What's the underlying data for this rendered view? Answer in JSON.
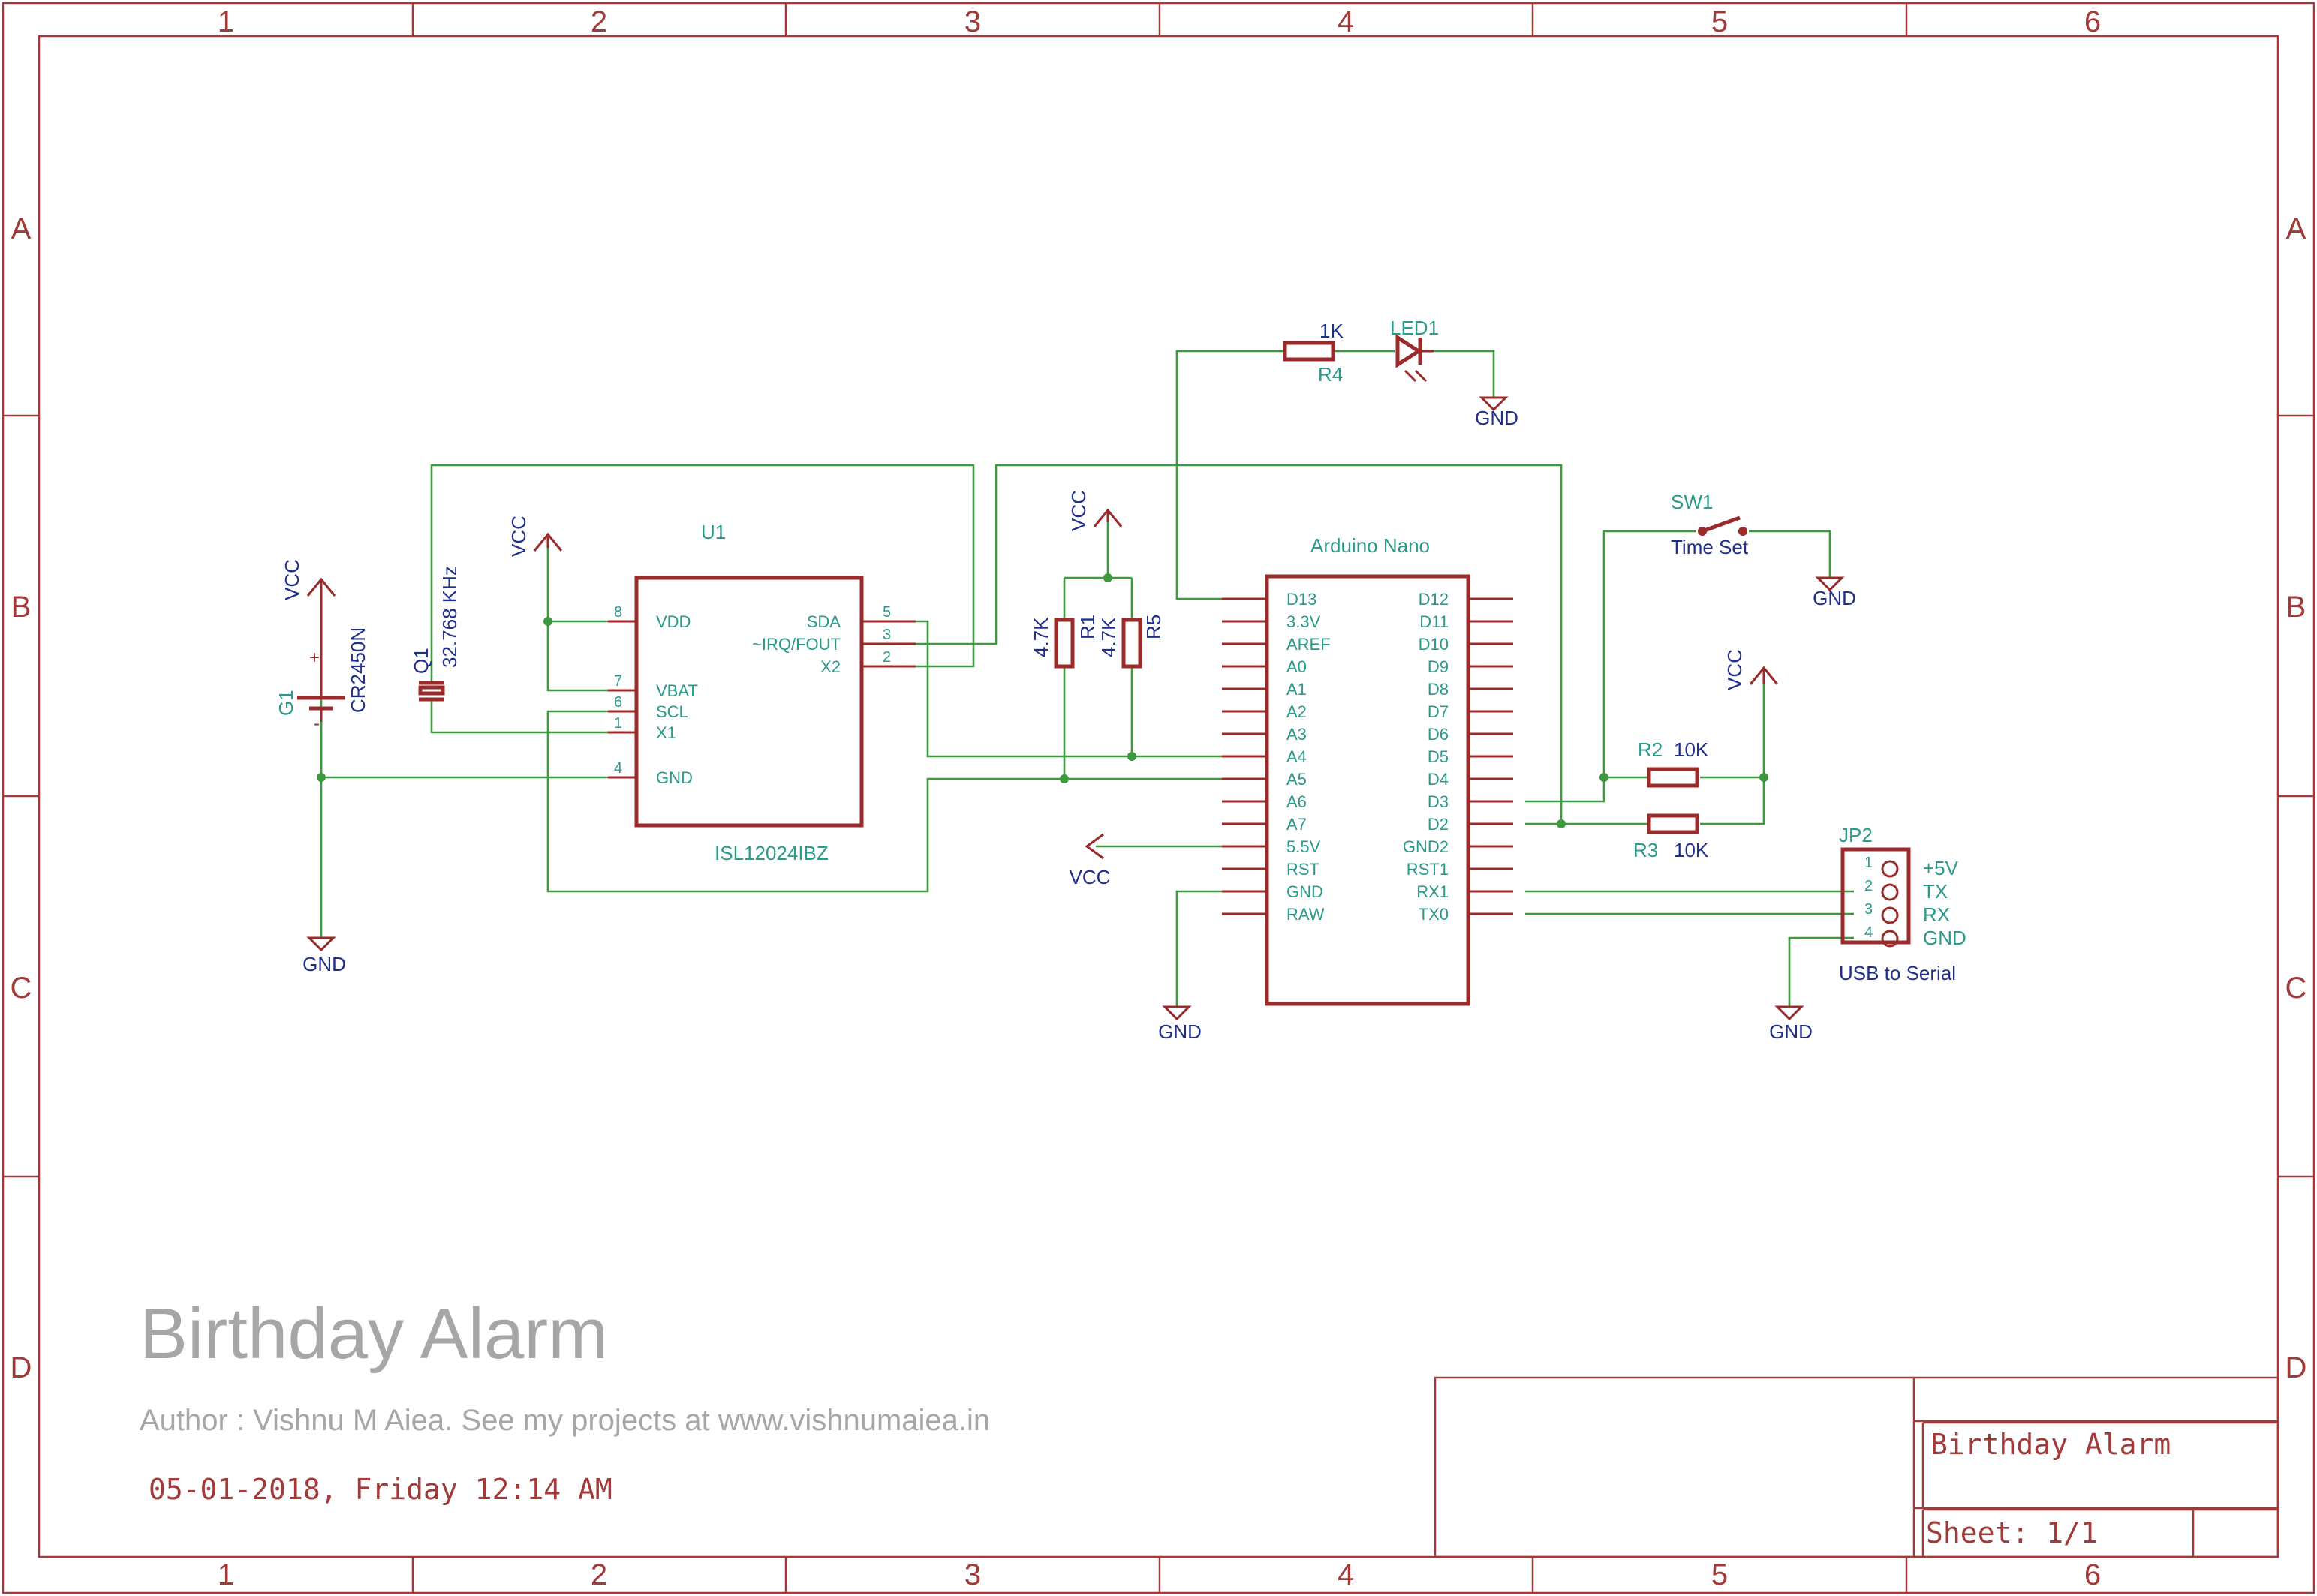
{
  "frame": {
    "columns": [
      "1",
      "2",
      "3",
      "4",
      "5",
      "6"
    ],
    "rows": [
      "A",
      "B",
      "C",
      "D"
    ]
  },
  "title_area": {
    "title": "Birthday Alarm",
    "author": "Author : Vishnu M Aiea. See my projects at www.vishnumaiea.in",
    "date": "05-01-2018, Friday 12:14 AM"
  },
  "title_block": {
    "title": "Birthday Alarm",
    "sheet": "Sheet: 1/1"
  },
  "supplies": {
    "vcc": "VCC",
    "gnd": "GND"
  },
  "components": {
    "u1": {
      "ref": "U1",
      "value": "ISL12024IBZ",
      "left_pins": [
        {
          "num": "8",
          "name": "VDD"
        },
        {
          "num": "7",
          "name": "VBAT"
        },
        {
          "num": "6",
          "name": "SCL"
        },
        {
          "num": "1",
          "name": "X1"
        },
        {
          "num": "4",
          "name": "GND"
        }
      ],
      "right_pins": [
        {
          "num": "5",
          "name": "SDA"
        },
        {
          "num": "3",
          "name": "~IRQ/FOUT"
        },
        {
          "num": "2",
          "name": "X2"
        }
      ]
    },
    "g1": {
      "ref": "G1",
      "value": "CR2450N",
      "plus": "+",
      "minus": "-"
    },
    "q1": {
      "ref": "Q1",
      "value": "32.768 KHz"
    },
    "r1": {
      "ref": "R1",
      "value": "4.7K"
    },
    "r5": {
      "ref": "R5",
      "value": "4.7K"
    },
    "r4": {
      "ref": "R4",
      "value": "1K"
    },
    "r2": {
      "ref": "R2",
      "value": "10K"
    },
    "r3": {
      "ref": "R3",
      "value": "10K"
    },
    "led1": {
      "ref": "LED1"
    },
    "sw1": {
      "ref": "SW1",
      "value": "Time Set"
    },
    "nano": {
      "ref": "Arduino Nano",
      "left_pins": [
        "D13",
        "3.3V",
        "AREF",
        "A0",
        "A1",
        "A2",
        "A3",
        "A4",
        "A5",
        "A6",
        "A7",
        "5.5V",
        "RST",
        "GND",
        "RAW"
      ],
      "right_pins": [
        "D12",
        "D11",
        "D10",
        "D9",
        "D8",
        "D7",
        "D6",
        "D5",
        "D4",
        "D3",
        "D2",
        "GND2",
        "RST1",
        "RX1",
        "TX0"
      ]
    },
    "jp2": {
      "ref": "JP2",
      "value": "USB to Serial",
      "pins": [
        {
          "num": "1",
          "label": "+5V"
        },
        {
          "num": "2",
          "label": "TX"
        },
        {
          "num": "3",
          "label": "RX"
        },
        {
          "num": "4",
          "label": "GND"
        }
      ]
    }
  },
  "colors": {
    "frame": "#a23a3a",
    "symbol": "#9b2a2a",
    "wire": "#3c9a3c",
    "designator": "#2a9a8a",
    "supply_label": "#1f2f8a",
    "title_text": "#a6a6a6",
    "date_text": "#a23a3a"
  }
}
